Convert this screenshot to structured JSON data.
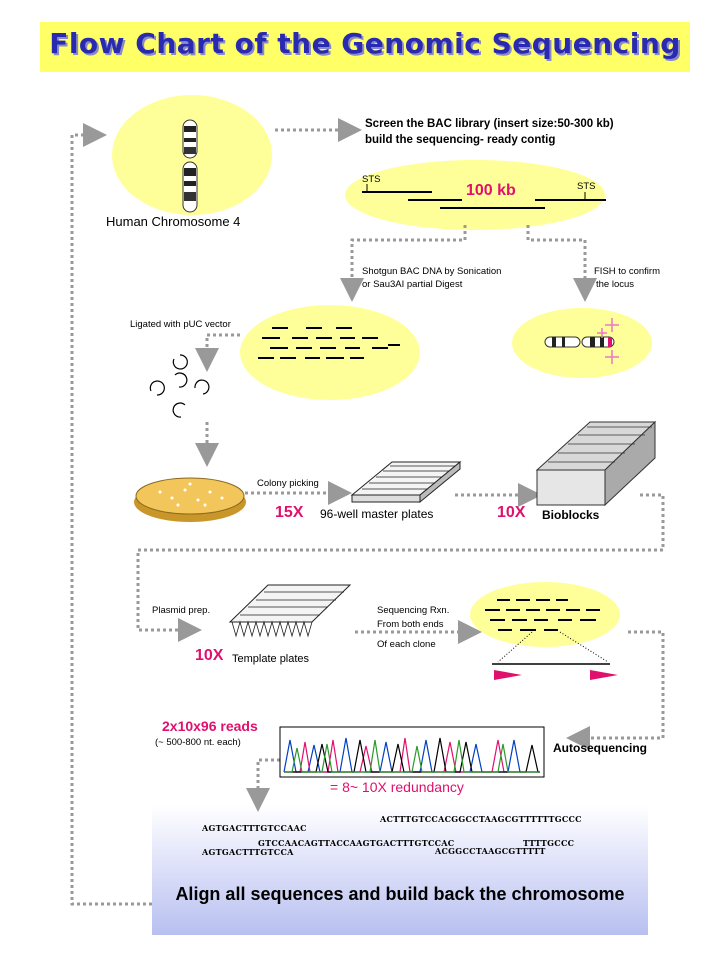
{
  "title": "Flow Chart of the Genomic Sequencing",
  "chromosome_label": "Human Chromosome 4",
  "screen_text": [
    "Screen the BAC library (insert size:50-300 kb)",
    "build the sequencing- ready contig"
  ],
  "sts_label": "STS",
  "kb_label": "100 kb",
  "shotgun_text": [
    "Shotgun BAC DNA by Sonication",
    "or Sau3AI partial Digest"
  ],
  "fish_text": [
    "FISH to confirm",
    "the locus"
  ],
  "ligated_text": "Ligated with pUC vector",
  "colony_picking": "Colony picking",
  "master_plates": {
    "multiplier": "15X",
    "label": "96-well master plates"
  },
  "bioblocks": {
    "multiplier": "10X",
    "label": "Bioblocks"
  },
  "plasmid_prep": "Plasmid prep.",
  "template_plates": {
    "multiplier": "10X",
    "label": "Template plates"
  },
  "sequencing_rxn": [
    "Sequencing Rxn.",
    "From both ends",
    "Of each clone"
  ],
  "reads": {
    "label": "2x10x96  reads",
    "note": "(~ 500-800 nt. each)"
  },
  "autosequencing": "Autosequencing",
  "redundancy": "= 8~ 10X redundancy",
  "sequences": [
    "ACTTTGTCCACGGCCTAAGCGTTTTTTGCCC",
    "AGTGACTTTGTCCAAC",
    "GTCCAACAGTTACCAAGTGACTTTGTCCAC",
    "TTTTGCCC",
    "AGTGACTTTGTCCA",
    "ACGGCCTAAGCGTTTTT"
  ],
  "align_text": "Align all sequences and build back the chromosome",
  "colors": {
    "title": "#2a2ab0",
    "title_bg": "#ffff66",
    "ellipse": "#ffff99",
    "accent": "#e0106e"
  }
}
